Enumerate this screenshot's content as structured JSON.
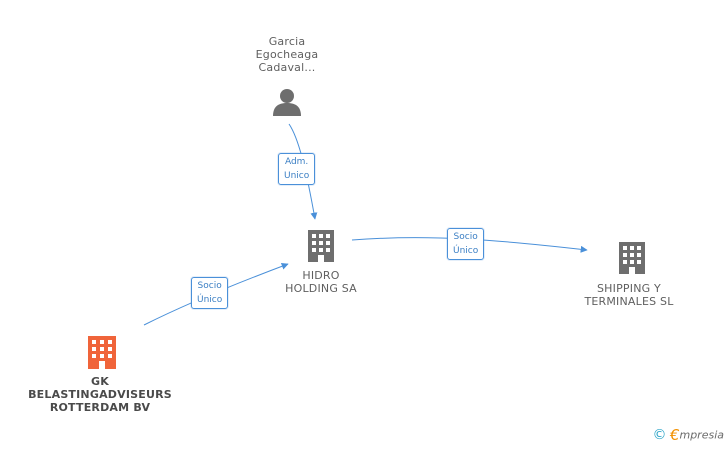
{
  "nodes": {
    "person": {
      "lines": [
        "Garcia",
        "Egocheaga",
        "Cadaval..."
      ]
    },
    "hidro": {
      "lines": [
        "HIDRO",
        "HOLDING SA"
      ]
    },
    "shipping": {
      "lines": [
        "SHIPPING Y",
        "TERMINALES SL"
      ]
    },
    "gk": {
      "lines": [
        "GK",
        "BELASTINGADVISEURS",
        "ROTTERDAM BV"
      ]
    }
  },
  "edges": {
    "person_to_hidro": {
      "lines": [
        "Adm.",
        "Unico"
      ]
    },
    "hidro_to_shipping": {
      "lines": [
        "Socio",
        "Único"
      ]
    },
    "gk_to_hidro": {
      "lines": [
        "Socio",
        "Único"
      ]
    }
  },
  "colors": {
    "edge": "#4a90d9",
    "building": "#6e6e6e",
    "building_highlight": "#f0643a",
    "person": "#6e6e6e"
  },
  "brand": {
    "copyright": "©",
    "e": "€",
    "name": "mpresia"
  }
}
